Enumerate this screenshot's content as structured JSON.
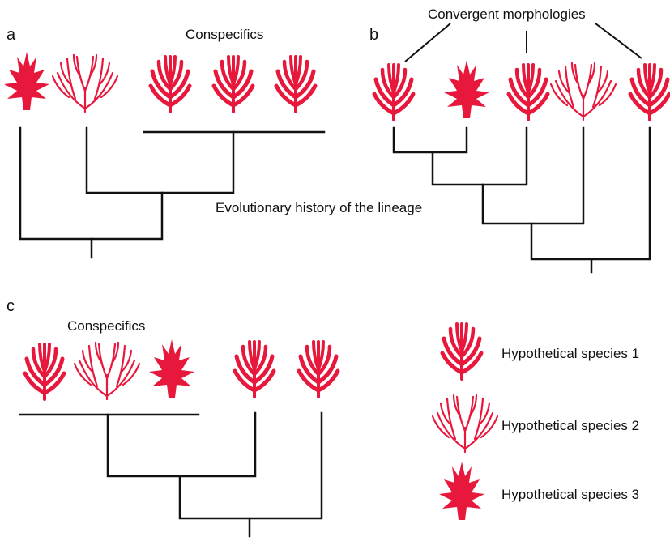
{
  "panels": {
    "a": {
      "letter": "a",
      "conspecifics_label": "Conspecifics"
    },
    "b": {
      "letter": "b",
      "convergent_label": "Convergent morphologies"
    },
    "c": {
      "letter": "c",
      "conspecifics_label": "Conspecifics"
    }
  },
  "center_caption": "Evolutionary history of the lineage",
  "legend": [
    {
      "label": "Hypothetical species 1",
      "morph": "species-1"
    },
    {
      "label": "Hypothetical species 2",
      "morph": "species-2"
    },
    {
      "label": "Hypothetical species 3",
      "morph": "species-3"
    }
  ],
  "colors": {
    "plant": "#e8183c",
    "line": "#111111"
  }
}
